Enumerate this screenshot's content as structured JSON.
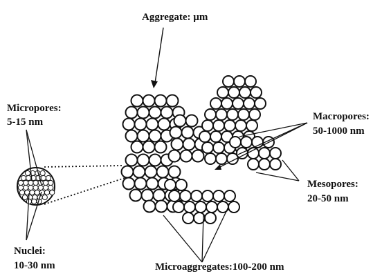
{
  "labels": {
    "aggregate": "Aggregate: µm",
    "micropores_title": "Micropores:",
    "micropores_range": "5-15 nm",
    "macropores_title": "Macropores:",
    "macropores_range": "50-1000 nm",
    "mesopores_title": "Mesopores:",
    "mesopores_range": "20-50 nm",
    "nuclei_title": "Nuclei:",
    "nuclei_range": "10-30 nm",
    "microaggregates": "Microaggregates:100-200 nm"
  },
  "colors": {
    "ink": "#111111",
    "particle_fill": "#ffffff",
    "background": "#ffffff"
  }
}
